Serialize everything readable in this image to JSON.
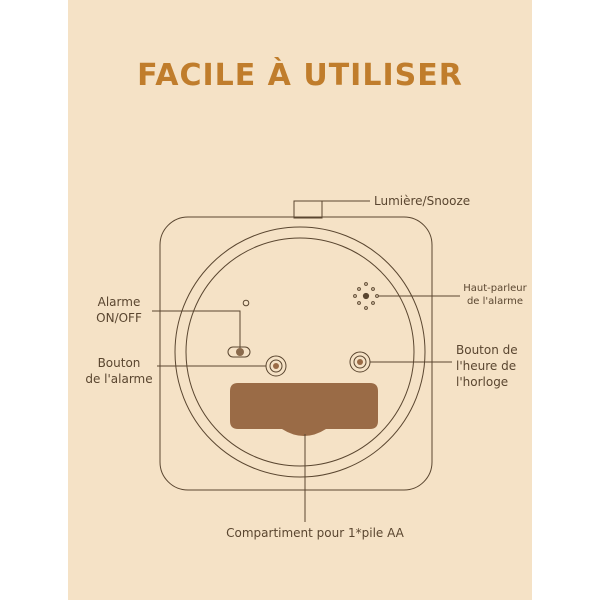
{
  "title": "FACILE À UTILISER",
  "colors": {
    "title": "#c07d2c",
    "background": "#f5e2c6",
    "stroke": "#5a4630",
    "battery": "#9a6b46"
  },
  "labels": {
    "light_snooze": "Lumière/Snooze",
    "speaker_line1": "Haut-parleur",
    "speaker_line2": "de l'alarme",
    "alarm_switch_line1": "Alarme",
    "alarm_switch_line2": "ON/OFF",
    "alarm_button_line1": "Bouton",
    "alarm_button_line2": "de l'alarme",
    "clock_button_line1": "Bouton de",
    "clock_button_line2": "l'heure de",
    "clock_button_line3": "l'horloge",
    "battery": "Compartiment pour 1*pile AA"
  }
}
